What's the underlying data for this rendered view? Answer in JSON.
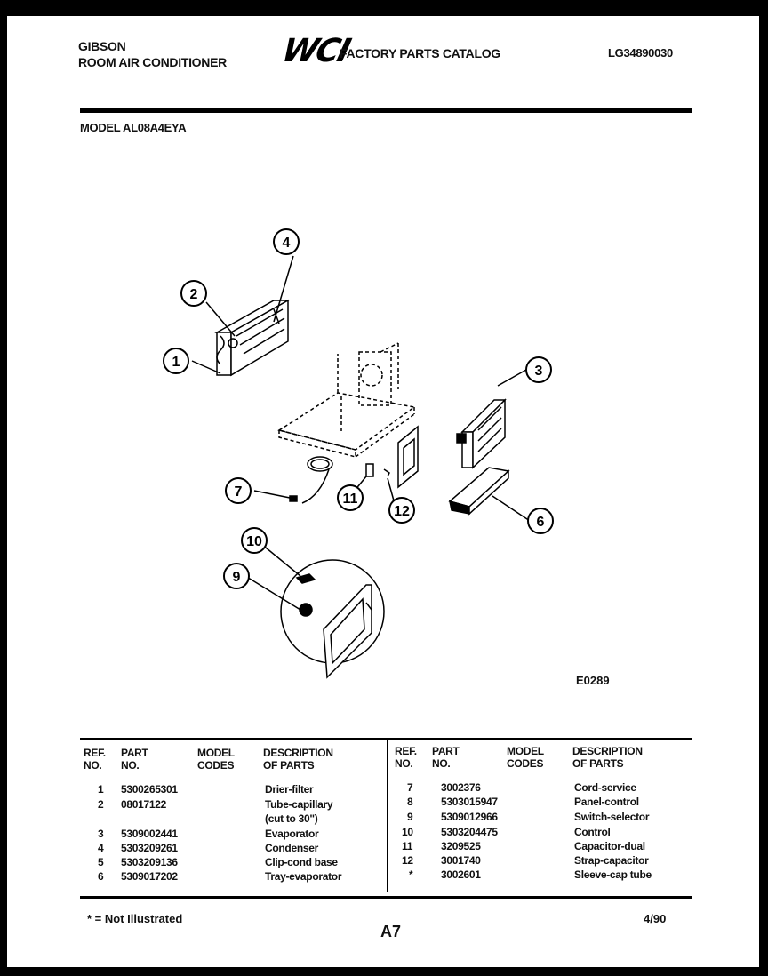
{
  "header": {
    "brand_line1": "GIBSON",
    "brand_line2": "ROOM AIR CONDITIONER",
    "logo_text": "WCI",
    "catalog_title": "FACTORY PARTS CATALOG",
    "catalog_number": "LG34890030",
    "model_line": "MODEL  AL08A4EYA"
  },
  "diagram": {
    "code": "E0289",
    "callouts": [
      "1",
      "2",
      "3",
      "4",
      "6",
      "7",
      "9",
      "10",
      "11",
      "12"
    ]
  },
  "table": {
    "headers": {
      "ref_no": [
        "REF.",
        "NO."
      ],
      "part_no": [
        "PART",
        "NO."
      ],
      "model_codes": [
        "MODEL",
        "CODES"
      ],
      "description": [
        "DESCRIPTION",
        "OF PARTS"
      ]
    },
    "left_rows": [
      {
        "ref": "1",
        "part": "5300265301",
        "desc": "Drier-filter"
      },
      {
        "ref": "2",
        "part": "08017122",
        "desc": "Tube-capillary"
      },
      {
        "ref": "",
        "part": "",
        "desc": "(cut to 30\")"
      },
      {
        "ref": "3",
        "part": "5309002441",
        "desc": "Evaporator"
      },
      {
        "ref": "4",
        "part": "5303209261",
        "desc": "Condenser"
      },
      {
        "ref": "5",
        "part": "5303209136",
        "desc": "Clip-cond base"
      },
      {
        "ref": "6",
        "part": "5309017202",
        "desc": "Tray-evaporator"
      }
    ],
    "right_rows": [
      {
        "ref": "7",
        "part": "3002376",
        "desc": "Cord-service"
      },
      {
        "ref": "8",
        "part": "5303015947",
        "desc": "Panel-control"
      },
      {
        "ref": "9",
        "part": "5309012966",
        "desc": "Switch-selector"
      },
      {
        "ref": "10",
        "part": "5303204475",
        "desc": "Control"
      },
      {
        "ref": "11",
        "part": "3209525",
        "desc": "Capacitor-dual"
      },
      {
        "ref": "12",
        "part": "3001740",
        "desc": "Strap-capacitor"
      },
      {
        "ref": "*",
        "part": "3002601",
        "desc": "Sleeve-cap tube"
      }
    ]
  },
  "footer": {
    "footnote": "* = Not Illustrated",
    "page_number": "A7",
    "date": "4/90"
  }
}
